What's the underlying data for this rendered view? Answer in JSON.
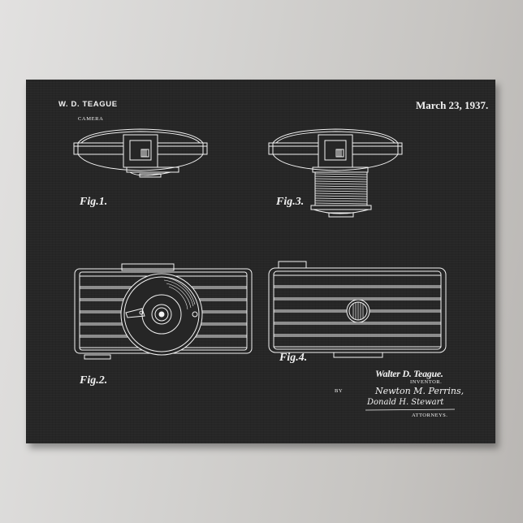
{
  "poster": {
    "background_color": "#262626",
    "line_color": "#f2f2f2",
    "header": {
      "inventor_name": "W. D. TEAGUE",
      "subject": "CAMERA",
      "date": "March 23, 1937."
    },
    "figures": [
      {
        "label": "Fig.1.",
        "view": "top view of camera"
      },
      {
        "label": "Fig.2.",
        "view": "front view of camera with lens"
      },
      {
        "label": "Fig.3.",
        "view": "top view with extended lens barrel"
      },
      {
        "label": "Fig.4.",
        "view": "rear view of camera"
      }
    ],
    "signatures": {
      "inventor_signature": "Walter D. Teague.",
      "inventor_role": "INVENTOR.",
      "by": "BY",
      "attorney_signature_1": "Newton M. Perrins,",
      "attorney_signature_2": "Donald H. Stewart",
      "attorneys_role": "ATTORNEYS."
    }
  },
  "backdrop": {
    "gradient_start": "#e2e1e0",
    "gradient_end": "#b9b6b3"
  }
}
